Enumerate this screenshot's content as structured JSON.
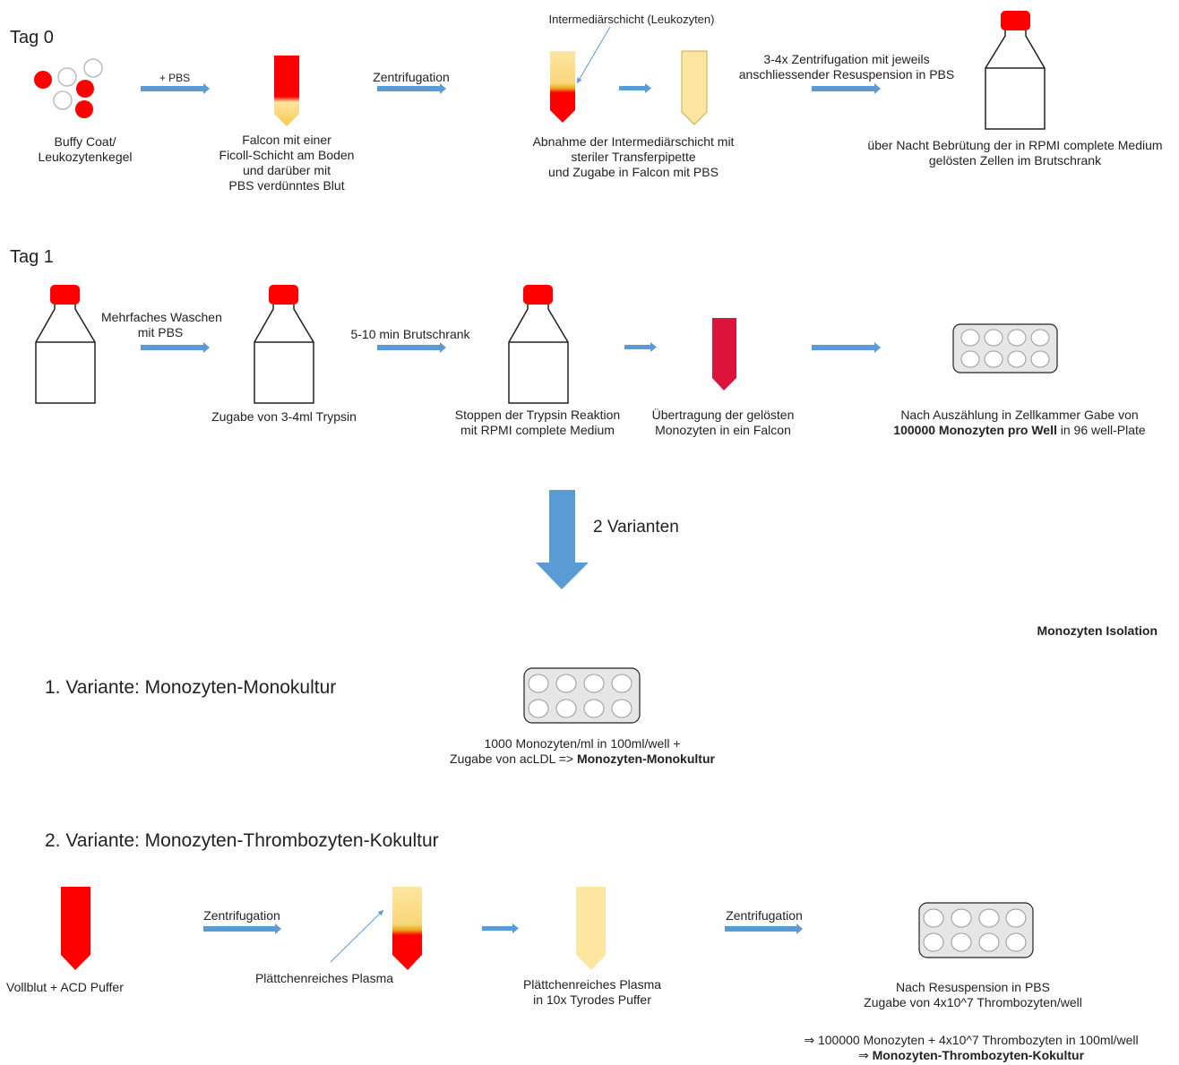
{
  "sections": {
    "tag0": "Tag 0",
    "tag1": "Tag 1",
    "varianten": "2 Varianten",
    "isolation": "Monozyten Isolation",
    "variante1": "1. Variante: Monozyten-Monokultur",
    "variante2": "2. Variante: Monozyten-Thrombozyten-Kokultur"
  },
  "tag0": {
    "buffy_1": "Buffy Coat/",
    "buffy_2": "Leukozytenkegel",
    "arrow1": "+ PBS",
    "falcon_1": "Falcon mit einer",
    "falcon_2": "Ficoll-Schicht am Boden",
    "falcon_3": "und darüber mit",
    "falcon_4": "PBS verdünntes Blut",
    "arrow2": "Zentrifugation",
    "intermediate_label": "Intermediärschicht (Leukozyten)",
    "abnahme_1": "Abnahme der Intermediärschicht mit",
    "abnahme_2": "steriler Transferpipette",
    "abnahme_3": "und Zugabe in Falcon mit PBS",
    "arrow4_1": "3-4x Zentrifugation mit jeweils",
    "arrow4_2": "anschliessender Resuspension in PBS",
    "flask_1": "über Nacht Bebrütung der in RPMI complete Medium",
    "flask_2": "gelösten Zellen im Brutschrank"
  },
  "tag1": {
    "arrow1_1": "Mehrfaches Waschen",
    "arrow1_2": "mit PBS",
    "trypsin": "Zugabe von 3-4ml Trypsin",
    "arrow2": "5-10 min Brutschrank",
    "stop_1": "Stoppen der Trypsin Reaktion",
    "stop_2": "mit RPMI complete Medium",
    "transfer_1": "Übertragung der gelösten",
    "transfer_2": "Monozyten in ein Falcon",
    "count_1": "Nach Auszählung  in Zellkammer Gabe von",
    "count_2_bold": "100000 Monozyten pro Well",
    "count_2_rest": " in 96 well-Plate"
  },
  "variant1": {
    "line1": "1000 Monozyten/ml in 100ml/well +",
    "line2_pre": "Zugabe von acLDL => ",
    "line2_bold": "Monozyten-Monokultur"
  },
  "variant2": {
    "vollblut": "Vollblut  + ACD Puffer",
    "arrow1": "Zentrifugation",
    "prp": "Plättchenreiches Plasma",
    "prp2_1": "Plättchenreiches Plasma",
    "prp2_2": "in 10x Tyrodes Puffer",
    "arrow3": "Zentrifugation",
    "resus_1": "Nach Resuspension in PBS",
    "resus_2": "Zugabe von 4x10^7 Thrombozyten/well",
    "result_1": "⇒ 100000 Monozyten + 4x10^7 Thrombozyten  in 100ml/well",
    "result_2_arrow": "⇒ ",
    "result_2_bold": "Monozyten-Thrombozyten-Kokultur"
  },
  "colors": {
    "arrow": "#5b9bd5",
    "red": "#ff0000",
    "crimson": "#dc143c",
    "plasma": "#fde6a0",
    "plate": "#e6e6e6"
  }
}
